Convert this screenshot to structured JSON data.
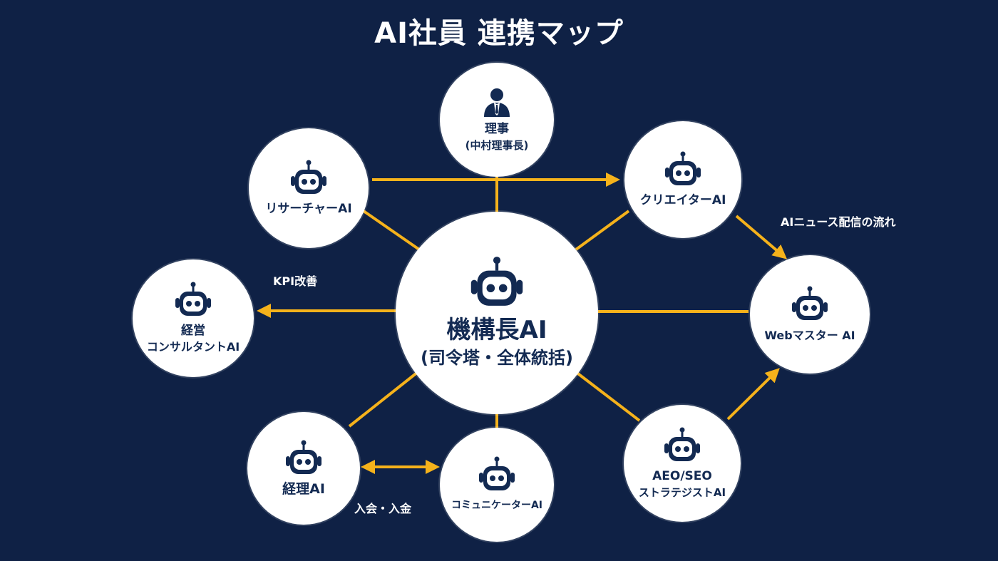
{
  "title": "AI社員 連携マップ",
  "nodes": {
    "director": {
      "label": "理事",
      "sub": "(中村理事長)",
      "icon": "person-icon"
    },
    "researcher": {
      "label": "リサーチャーAI",
      "icon": "robot-icon"
    },
    "creator": {
      "label": "クリエイターAI",
      "icon": "robot-icon"
    },
    "center": {
      "label": "機構長AI",
      "sub": "(司令塔・全体統括)",
      "icon": "robot-icon"
    },
    "consultant": {
      "label": "経営",
      "sub": "コンサルタントAI",
      "icon": "robot-icon"
    },
    "webmaster": {
      "label": "Webマスター AI",
      "icon": "robot-icon"
    },
    "accounting": {
      "label": "経理AI",
      "icon": "robot-icon"
    },
    "communicator": {
      "label": "コミュニケーターAI",
      "icon": "robot-icon"
    },
    "aeo": {
      "label": "AEO/SEO",
      "sub": "ストラテジストAI",
      "icon": "robot-icon"
    }
  },
  "edge_labels": {
    "kpi": "KPI改善",
    "news": "AIニュース配信の流れ",
    "payment": "入会・入金"
  },
  "colors": {
    "background": "#0f2145",
    "node": "#ffffff",
    "text": "#132a52",
    "connector": "#f5b21b"
  }
}
